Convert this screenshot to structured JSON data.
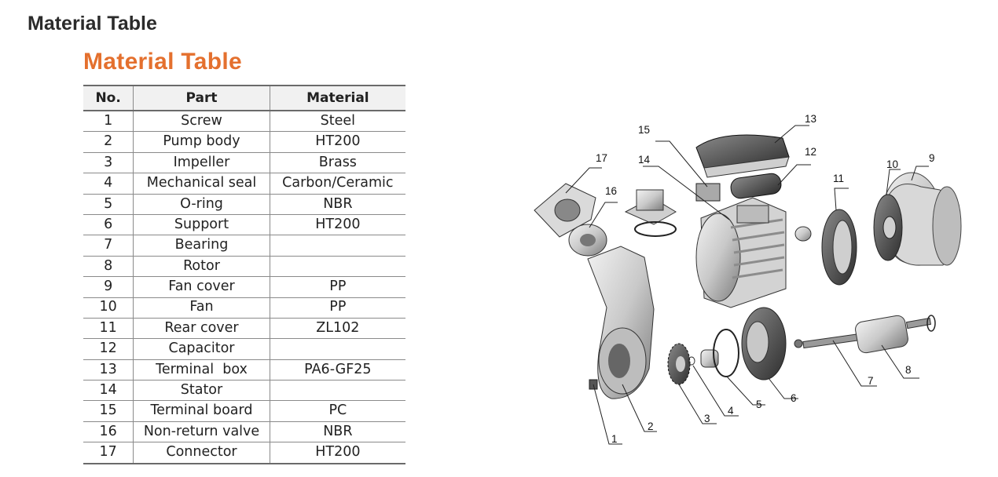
{
  "page_title": "Material Table",
  "table_heading": "Material Table",
  "columns": {
    "no": "No.",
    "part": "Part",
    "material": "Material"
  },
  "rows": [
    {
      "no": "1",
      "part": "Screw",
      "material": "Steel"
    },
    {
      "no": "2",
      "part": "Pump body",
      "material": "HT200"
    },
    {
      "no": "3",
      "part": "Impeller",
      "material": "Brass"
    },
    {
      "no": "4",
      "part": "Mechanical seal",
      "material": "Carbon/Ceramic"
    },
    {
      "no": "5",
      "part": "O-ring",
      "material": "NBR"
    },
    {
      "no": "6",
      "part": "Support",
      "material": "HT200"
    },
    {
      "no": "7",
      "part": "Bearing",
      "material": ""
    },
    {
      "no": "8",
      "part": "Rotor",
      "material": ""
    },
    {
      "no": "9",
      "part": "Fan cover",
      "material": "PP"
    },
    {
      "no": "10",
      "part": "Fan",
      "material": "PP"
    },
    {
      "no": "11",
      "part": "Rear cover",
      "material": "ZL102"
    },
    {
      "no": "12",
      "part": "Capacitor",
      "material": ""
    },
    {
      "no": "13",
      "part": "Terminal  box",
      "material": "PA6-GF25"
    },
    {
      "no": "14",
      "part": "Stator",
      "material": ""
    },
    {
      "no": "15",
      "part": "Terminal board",
      "material": "PC"
    },
    {
      "no": "16",
      "part": "Non-return valve",
      "material": "NBR"
    },
    {
      "no": "17",
      "part": "Connector",
      "material": "HT200"
    }
  ],
  "diagram": {
    "callouts": {
      "c1": "1",
      "c2": "2",
      "c3": "3",
      "c4": "4",
      "c5": "5",
      "c6": "6",
      "c7": "7",
      "c8": "8",
      "c9": "9",
      "c10": "10",
      "c11": "11",
      "c12": "12",
      "c13": "13",
      "c14": "14",
      "c15": "15",
      "c16": "16",
      "c17": "17"
    }
  }
}
